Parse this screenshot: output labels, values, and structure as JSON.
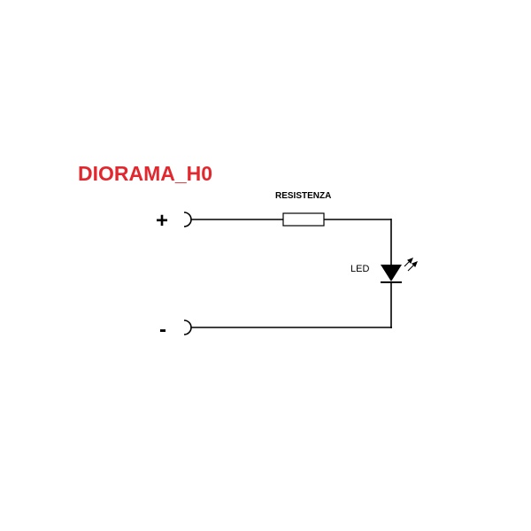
{
  "diagram": {
    "title": "DIORAMA_H0",
    "title_color": "#e0282e",
    "line_color": "#000000",
    "labels": {
      "resistor": "RESISTENZA",
      "led": "LED",
      "positive": "+",
      "negative": "-"
    },
    "components": [
      "positive-terminal",
      "negative-terminal",
      "resistor",
      "led"
    ]
  }
}
